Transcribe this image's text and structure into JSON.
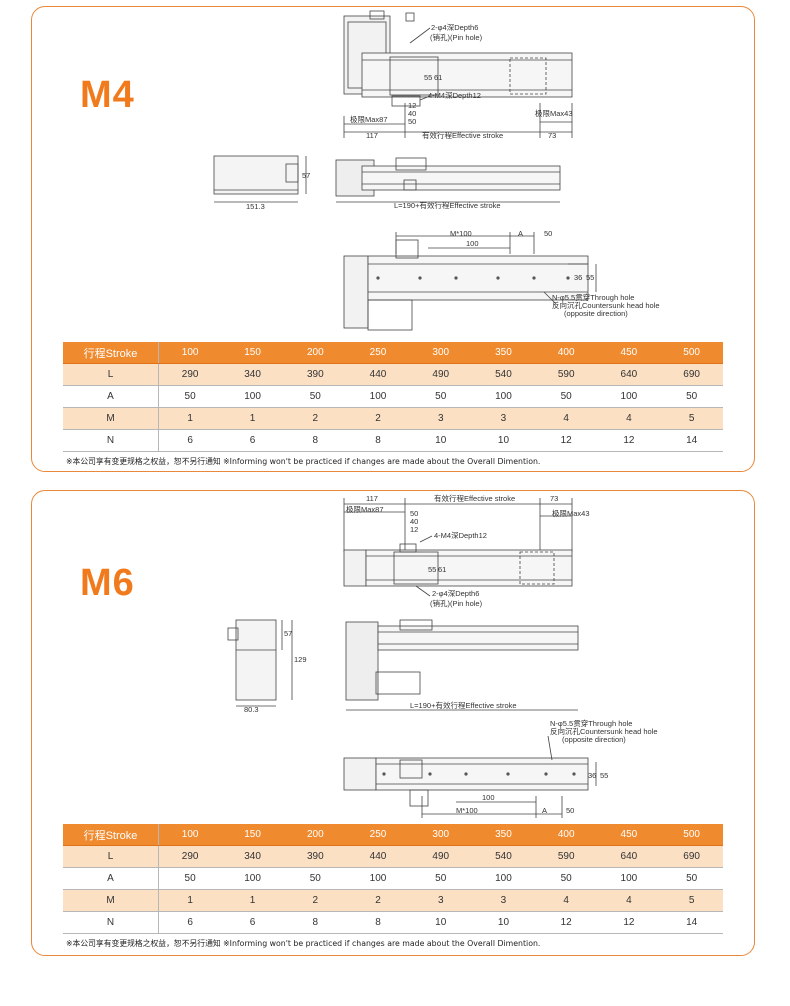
{
  "sections": [
    {
      "model": "M4",
      "dims": {
        "pin_hole": "2-φ4深Depth6",
        "pin_hole_cn": "(销孔)(Pin hole)",
        "tap": "4-M4深Depth12",
        "limit_left": "极限Max87",
        "limit_right": "极限Max43",
        "d117": "117",
        "effective": "有效行程Effective stroke",
        "d73": "73",
        "d55": "55",
        "d61": "61",
        "d40": "40",
        "d50": "50",
        "d12": "12",
        "width": "151.3",
        "height57": "57",
        "length": "L=190+有效行程Effective stroke",
        "m100": "M*100",
        "d100": "100",
        "a": "A",
        "d50b": "50",
        "d36": "36",
        "d55b": "55",
        "through": "N-φ5.5贯穿Through hole",
        "counter": "反向沉孔Countersunk head hole",
        "opposite": "(opposite direction)"
      },
      "table": {
        "header": "行程Stroke",
        "strokes": [
          "100",
          "150",
          "200",
          "250",
          "300",
          "350",
          "400",
          "450",
          "500"
        ],
        "rows": [
          {
            "label": "L",
            "values": [
              "290",
              "340",
              "390",
              "440",
              "490",
              "540",
              "590",
              "640",
              "690"
            ]
          },
          {
            "label": "A",
            "values": [
              "50",
              "100",
              "50",
              "100",
              "50",
              "100",
              "50",
              "100",
              "50"
            ]
          },
          {
            "label": "M",
            "values": [
              "1",
              "1",
              "2",
              "2",
              "3",
              "3",
              "4",
              "4",
              "5"
            ]
          },
          {
            "label": "N",
            "values": [
              "6",
              "6",
              "8",
              "8",
              "10",
              "10",
              "12",
              "12",
              "14"
            ]
          }
        ]
      },
      "note": "※本公司享有变更规格之权益，恕不另行通知 ※Informing won't be practiced if changes are made about the Overall Dimention."
    },
    {
      "model": "M6",
      "dims": {
        "pin_hole": "2-φ4深Depth6",
        "pin_hole_cn": "(销孔)(Pin hole)",
        "tap": "4-M4深Depth12",
        "limit_left": "极限Max87",
        "limit_right": "极限Max43",
        "d117": "117",
        "effective": "有效行程Effective stroke",
        "d73": "73",
        "d55": "55",
        "d61": "61",
        "d40": "40",
        "d50": "50",
        "d12": "12",
        "width": "80.3",
        "height57": "57",
        "height129": "129",
        "length": "L=190+有效行程Effective stroke",
        "m100": "M*100",
        "d100": "100",
        "a": "A",
        "d50b": "50",
        "d36": "36",
        "d55b": "55",
        "through": "N-φ5.5贯穿Through hole",
        "counter": "反向沉孔Countersunk head hole",
        "opposite": "(opposite direction)"
      },
      "table": {
        "header": "行程Stroke",
        "strokes": [
          "100",
          "150",
          "200",
          "250",
          "300",
          "350",
          "400",
          "450",
          "500"
        ],
        "rows": [
          {
            "label": "L",
            "values": [
              "290",
              "340",
              "390",
              "440",
              "490",
              "540",
              "590",
              "640",
              "690"
            ]
          },
          {
            "label": "A",
            "values": [
              "50",
              "100",
              "50",
              "100",
              "50",
              "100",
              "50",
              "100",
              "50"
            ]
          },
          {
            "label": "M",
            "values": [
              "1",
              "1",
              "2",
              "2",
              "3",
              "3",
              "4",
              "4",
              "5"
            ]
          },
          {
            "label": "N",
            "values": [
              "6",
              "6",
              "8",
              "8",
              "10",
              "10",
              "12",
              "12",
              "14"
            ]
          }
        ]
      },
      "note": "※本公司享有变更规格之权益，恕不另行通知 ※Informing won't be practiced if changes are made about the Overall Dimention."
    }
  ]
}
